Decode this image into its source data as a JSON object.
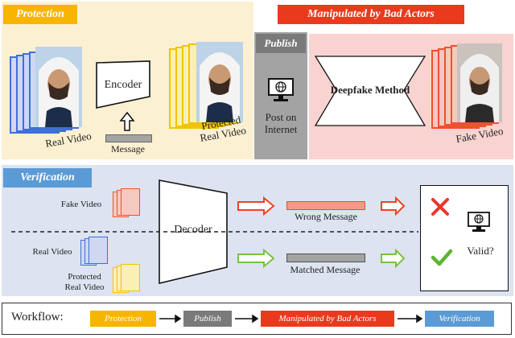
{
  "sections": {
    "protection": "Protection",
    "publish": "Publish",
    "manipulated": "Manipulated by Bad Actors",
    "verification": "Verification"
  },
  "protection_panel": {
    "real_video": "Real Video",
    "encoder": "Encoder",
    "message": "Message",
    "protected_line1": "Protected",
    "protected_line2": "Real Video"
  },
  "publish_panel": {
    "post_line1": "Post on",
    "post_line2": "Internet"
  },
  "manipulated_panel": {
    "deepfake_method": "Deepfake Method",
    "fake_video": "Fake Video"
  },
  "verification_panel": {
    "fake_video": "Fake Video",
    "real_video": "Real Video",
    "protected_line1": "Protected",
    "protected_line2": "Real Video",
    "decoder": "Decoder",
    "wrong_message": "Wrong Message",
    "matched_message": "Matched Message",
    "valid": "Valid?"
  },
  "workflow": {
    "label": "Workflow:",
    "steps": [
      "Protection",
      "Publish",
      "Manipulated by Bad Actors",
      "Verification"
    ]
  },
  "colors": {
    "protection_bg": "#fcf0d2",
    "protection_tag": "#f7b500",
    "publish_bg": "#a3a3a3",
    "publish_tag": "#7a7a7a",
    "manipulated_bg": "#f8d3d0",
    "manipulated_tag": "#ea3a1e",
    "verification_bg": "#dde3f0",
    "verification_tag": "#5b9bd5",
    "wrong": "#ef4322",
    "matched": "#79c23e"
  }
}
